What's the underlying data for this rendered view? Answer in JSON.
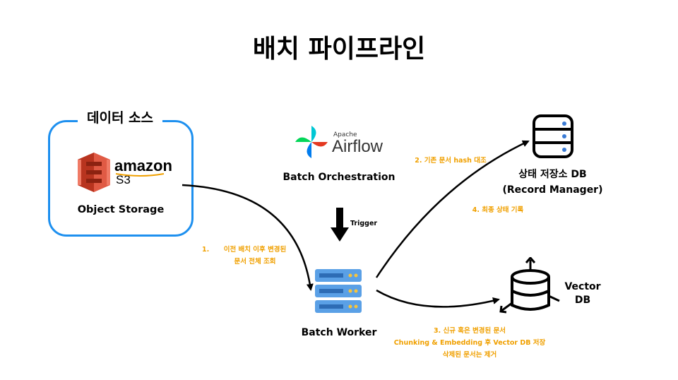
{
  "title": "배치 파이프라인",
  "source_group": {
    "title": "데이터 소스",
    "logo_brand": "amazon",
    "logo_product": "S3",
    "label": "Object Storage"
  },
  "orchestrator": {
    "logo_small": "Apache",
    "logo_big": "Airflow",
    "label": "Batch Orchestration",
    "trigger_label": "Trigger"
  },
  "worker": {
    "label": "Batch Worker"
  },
  "record_db": {
    "label_line1": "상태 저장소 DB",
    "label_line2": "(Record Manager)"
  },
  "vector_db": {
    "label_line1": "Vector",
    "label_line2": "DB"
  },
  "notes": {
    "step1_num": "1.",
    "step1_line1": "이전 배치 이후 변경된",
    "step1_line2": "문서 전체 조회",
    "step2": "2. 기존 문서 hash 대조",
    "step3_line1": "3. 신규 혹은 변경된 문서",
    "step3_line2": "Chunking & Embedding 후 Vector DB 저장",
    "step3_line3": "삭제된 문서는 제거",
    "step4": "4. 최종 상태 기록"
  },
  "colors": {
    "accent_blue": "#1e90ef",
    "note_orange": "#f0a000",
    "s3_red": "#d9402b",
    "server_blue": "#4a90d9"
  },
  "icons": [
    "s3-bucket-icon",
    "airflow-pinwheel-icon",
    "server-rack-icon",
    "database-icon",
    "vector-database-icon",
    "trigger-arrow-icon"
  ]
}
